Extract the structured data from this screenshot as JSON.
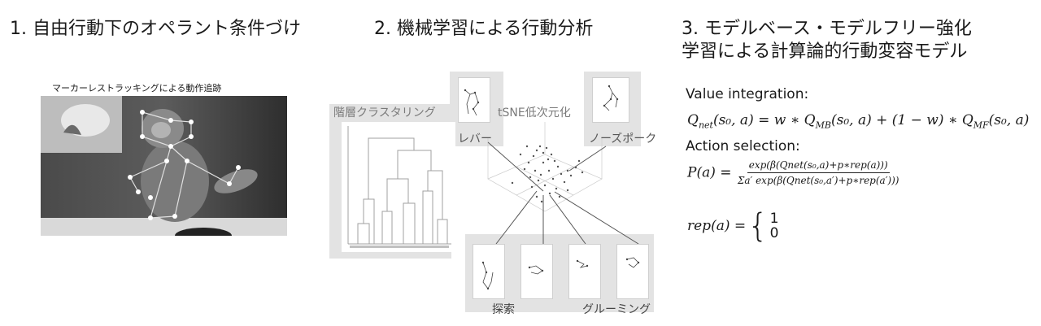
{
  "section1": {
    "title": "1.  自由行動下のオペラント条件づけ",
    "photo_caption": "マーカーレストラッキングによる動作追跡"
  },
  "section2": {
    "title": "2. 機械学習による行動分析",
    "dendrogram_label": "階層クラスタリング",
    "tsne_label": "tSNE低次元化",
    "labels": {
      "lever": "レバー",
      "nosepoke": "ノーズポーク",
      "explore": "探索",
      "grooming": "グルーミング"
    }
  },
  "section3": {
    "title_line1": "3. モデルベース・モデルフリー強化",
    "title_line2": "学習による計算論的行動変容モデル",
    "value_integration": "Value integration:",
    "action_selection": "Action selection:",
    "eq_q": "Q",
    "eq_q_sub": "net",
    "eq_q_args": "(s₀, a) = w ∗ Q",
    "eq_mb": "MB",
    "eq_mid": "(s₀, a) + (1 − w) ∗ Q",
    "eq_mf": "MF",
    "eq_end": "(s₀, a)",
    "eq_p_left": "P(a) =",
    "eq_p_num": "exp(β(Qnet(s₀,a)+p∗rep(a)))",
    "eq_p_den": "Σa′ exp(β(Qnet(s₀,a′)+p∗rep(a′)))",
    "eq_rep_left": "rep(a) =",
    "eq_rep_val1": "1",
    "eq_rep_val2": "0"
  },
  "colors": {
    "panel_gray": "#e3e3e3",
    "photo_dark": "#3e3e3e",
    "text": "#1a1a1a"
  }
}
